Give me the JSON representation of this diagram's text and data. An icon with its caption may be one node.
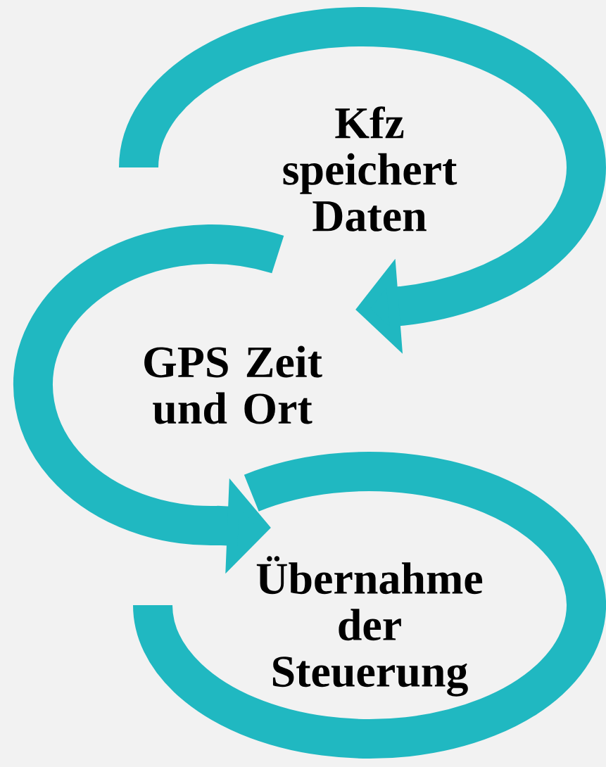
{
  "diagram": {
    "nodes": [
      {
        "text": [
          "Kfz speichert Daten"
        ]
      },
      {
        "text": [
          "GPS Zeit und Ort"
        ]
      },
      {
        "text": [
          "Übernahme der Steuerung"
        ]
      }
    ]
  }
}
